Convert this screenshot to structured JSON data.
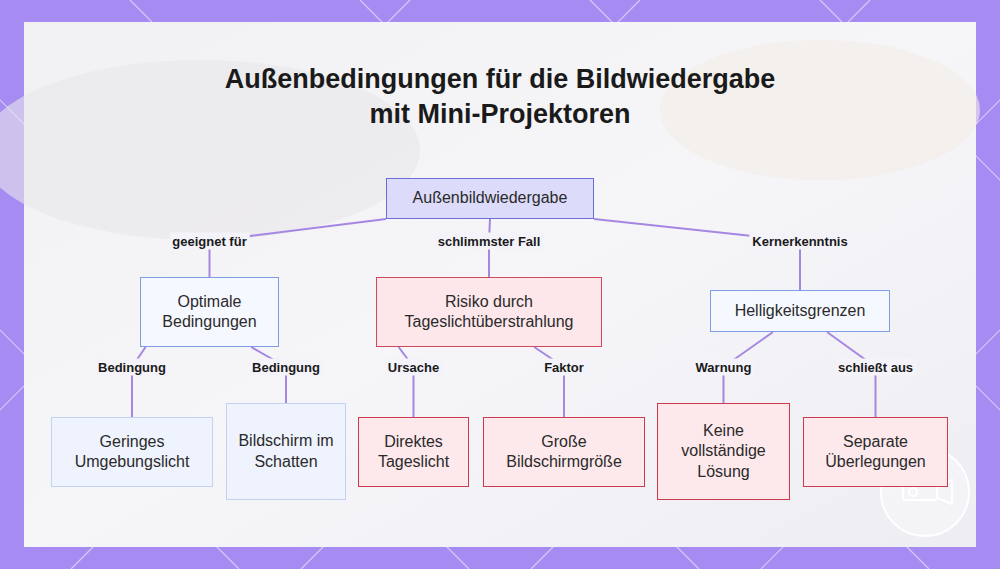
{
  "diagram": {
    "title": "Außenbedingungen für die Bildwiedergabe mit Mini-Projektoren",
    "nodes": [
      {
        "text": [
          "Außenbildwiedergabe"
        ]
      },
      {
        "text": [
          "Optimale Bedingungen"
        ]
      },
      {
        "text": [
          "Risiko durch Tageslichtüberstrahlung"
        ]
      },
      {
        "text": [
          "Helligkeitsgrenzen"
        ]
      },
      {
        "text": [
          "Geringes Umgebungslicht"
        ]
      },
      {
        "text": [
          "Bildschirm im Schatten"
        ]
      },
      {
        "text": [
          "Direktes Tageslicht"
        ]
      },
      {
        "text": [
          "Große Bildschirmgröße"
        ]
      },
      {
        "text": [
          "Keine vollständige Lösung"
        ]
      },
      {
        "text": [
          "Separate Überlegungen"
        ]
      }
    ],
    "edges": [
      {
        "from": 0,
        "to": 1,
        "label": "geeignet für",
        "arrow": "none"
      },
      {
        "from": 0,
        "to": 2,
        "label": "schlimmster Fall",
        "arrow": "none"
      },
      {
        "from": 0,
        "to": 3,
        "label": "Kernerkenntnis",
        "arrow": "none"
      },
      {
        "from": 1,
        "to": 4,
        "label": "Bedingung",
        "arrow": "none"
      },
      {
        "from": 1,
        "to": 5,
        "label": "Bedingung",
        "arrow": "none"
      },
      {
        "from": 2,
        "to": 6,
        "label": "Ursache",
        "arrow": "none"
      },
      {
        "from": 2,
        "to": 7,
        "label": "Faktor",
        "arrow": "none"
      },
      {
        "from": 3,
        "to": 8,
        "label": "Warnung",
        "arrow": "none"
      },
      {
        "from": 3,
        "to": 9,
        "label": "schließt aus",
        "arrow": "none"
      }
    ]
  }
}
